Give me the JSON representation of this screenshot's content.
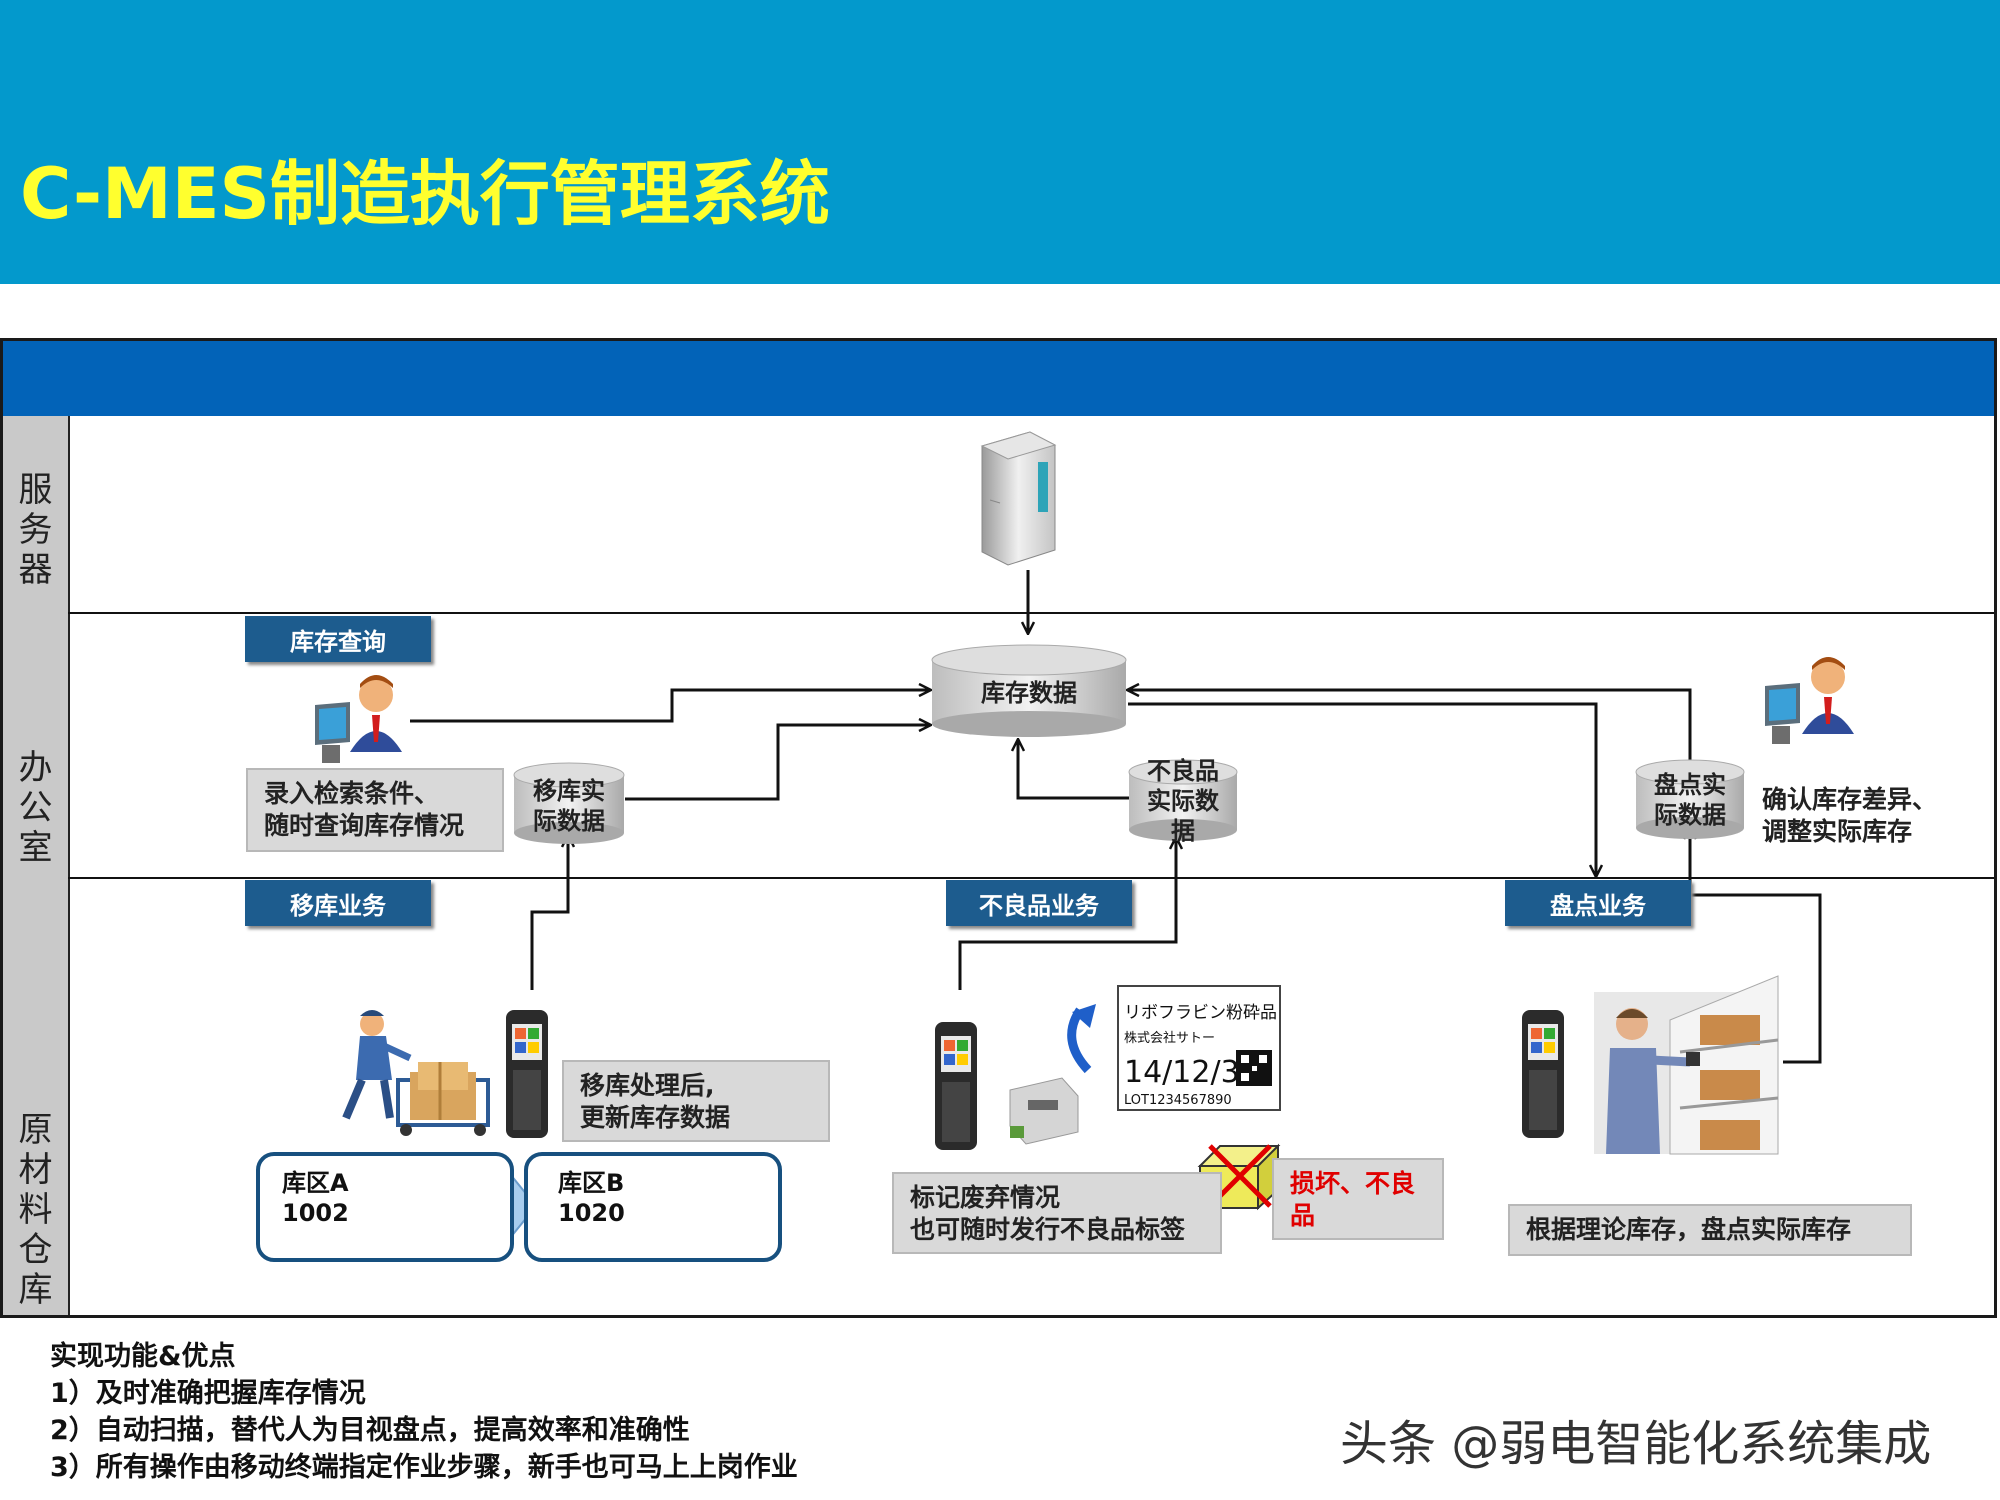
{
  "title": "C-MES制造执行管理系统",
  "lanes": [
    "服\n务\n器",
    "办\n公\n室",
    "原\n材\n料\n仓\n库"
  ],
  "tags": {
    "inventory_query": "库存查询",
    "transfer_business": "移库业务",
    "defect_business": "不良品业务",
    "stocktake_business": "盘点业务"
  },
  "db": {
    "inventory_data": "库存数据",
    "transfer_actual": "移库实\n际数据",
    "defect_actual": "不良品\n实际数\n据",
    "stocktake_actual": "盘点实\n际数据"
  },
  "notes": {
    "query_note": "录入检索条件、\n随时查询库存情况",
    "confirm_note": "确认库存差异、\n调整实际库存",
    "transfer_note": "移库处理后,\n更新库存数据",
    "scrap_note": "标记废弃情况\n也可随时发行不良品标签",
    "damage_note": "损坏、不良\n品",
    "stocktake_note": "根据理论库存，盘点实际库存"
  },
  "zones": {
    "zone_a": "库区A\n1002",
    "zone_b": "库区B\n1020"
  },
  "label_card": {
    "product": "リボフラビン粉砕品",
    "company": "株式会社サトー",
    "date": "14/12/31",
    "lot": "LOT1234567890"
  },
  "features": {
    "heading": "实现功能&优点",
    "items": [
      "1）及时准确把握库存情况",
      "2）自动扫描，替代人为目视盘点，提高效率和准确性",
      "3）所有操作由移动终端指定作业步骤，新手也可马上上岗作业"
    ]
  },
  "watermark": "头条 @弱电智能化系统集成",
  "colors": {
    "header": "#0399cc",
    "title": "#ffff2e",
    "frame_header": "#0263b8",
    "tag": "#1d5c8e",
    "damage_text": "#e00000"
  },
  "icons": [
    "server-icon",
    "database-icon",
    "office-worker-icon",
    "handheld-terminal-icon",
    "warehouse-worker-icon",
    "label-printer-icon",
    "damaged-box-icon",
    "shelf-icon"
  ]
}
